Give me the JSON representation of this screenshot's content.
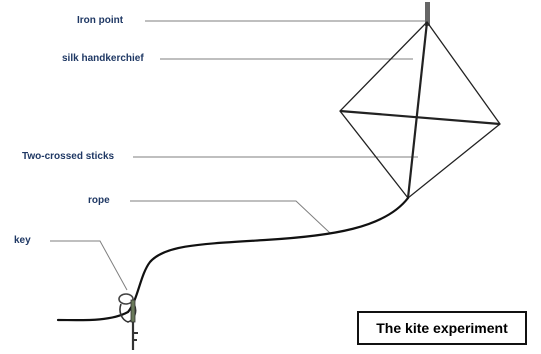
{
  "labels": {
    "iron_point": "Iron point",
    "silk_handkerchief": "silk handkerchief",
    "two_crossed_sticks": "Two-crossed sticks",
    "rope": "rope",
    "key": "key"
  },
  "title": "The kite experiment",
  "colors": {
    "label_text": "#1f3864",
    "leader_line": "#7f7f7f",
    "kite_outline": "#222222",
    "rope": "#111111",
    "iron_point": "#666666"
  }
}
